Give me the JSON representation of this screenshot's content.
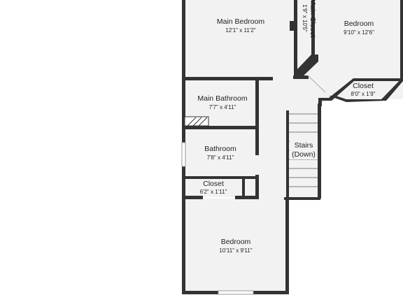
{
  "rooms": {
    "main_bedroom": {
      "name": "Main Bedroom",
      "dims": "12'1\" x 11'2\""
    },
    "main_closet": {
      "name": "Main Closet",
      "dims": "1'9\" x 10'5\""
    },
    "bedroom_ne": {
      "name": "Bedroom",
      "dims": "9'10\" x 12'6\""
    },
    "closet_ne": {
      "name": "Closet",
      "dims": "8'0\" x 1'9\""
    },
    "main_bathroom": {
      "name": "Main Bathroom",
      "dims": "7'7\" x 4'11\""
    },
    "bathroom": {
      "name": "Bathroom",
      "dims": "7'8\" x 4'11\""
    },
    "closet_w": {
      "name": "Closet",
      "dims": "6'2\" x 1'11\""
    },
    "bedroom_s": {
      "name": "Bedroom",
      "dims": "10'11\" x 9'11\""
    },
    "stairs": {
      "name": "Stairs",
      "direction": "(Down)"
    }
  },
  "colors": {
    "wall": "#333333",
    "floor": "#f2f2f2",
    "background": "#ffffff"
  }
}
